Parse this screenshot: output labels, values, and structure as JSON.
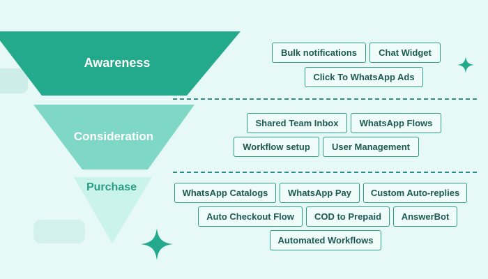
{
  "stages": [
    {
      "label": "Awareness"
    },
    {
      "label": "Consideration"
    },
    {
      "label": "Purchase"
    }
  ],
  "features": {
    "awareness": [
      "Bulk notifications",
      "Chat Widget",
      "Click To WhatsApp Ads"
    ],
    "consideration": [
      "Shared Team Inbox",
      "WhatsApp Flows",
      "Workflow setup",
      "User Management"
    ],
    "purchase": [
      "WhatsApp Catalogs",
      "WhatsApp Pay",
      "Custom Auto-replies",
      "Auto Checkout Flow",
      "COD to Prepaid",
      "AnswerBot",
      "Automated Workflows"
    ]
  },
  "colors": {
    "background": "#e6f9f6",
    "awareness": "#23a98c",
    "consideration": "#7fd8c6",
    "purchase": "#c9f3eb",
    "tag_border": "#2a9d84",
    "tag_text": "#1d5a52",
    "star": "#23a98c"
  }
}
